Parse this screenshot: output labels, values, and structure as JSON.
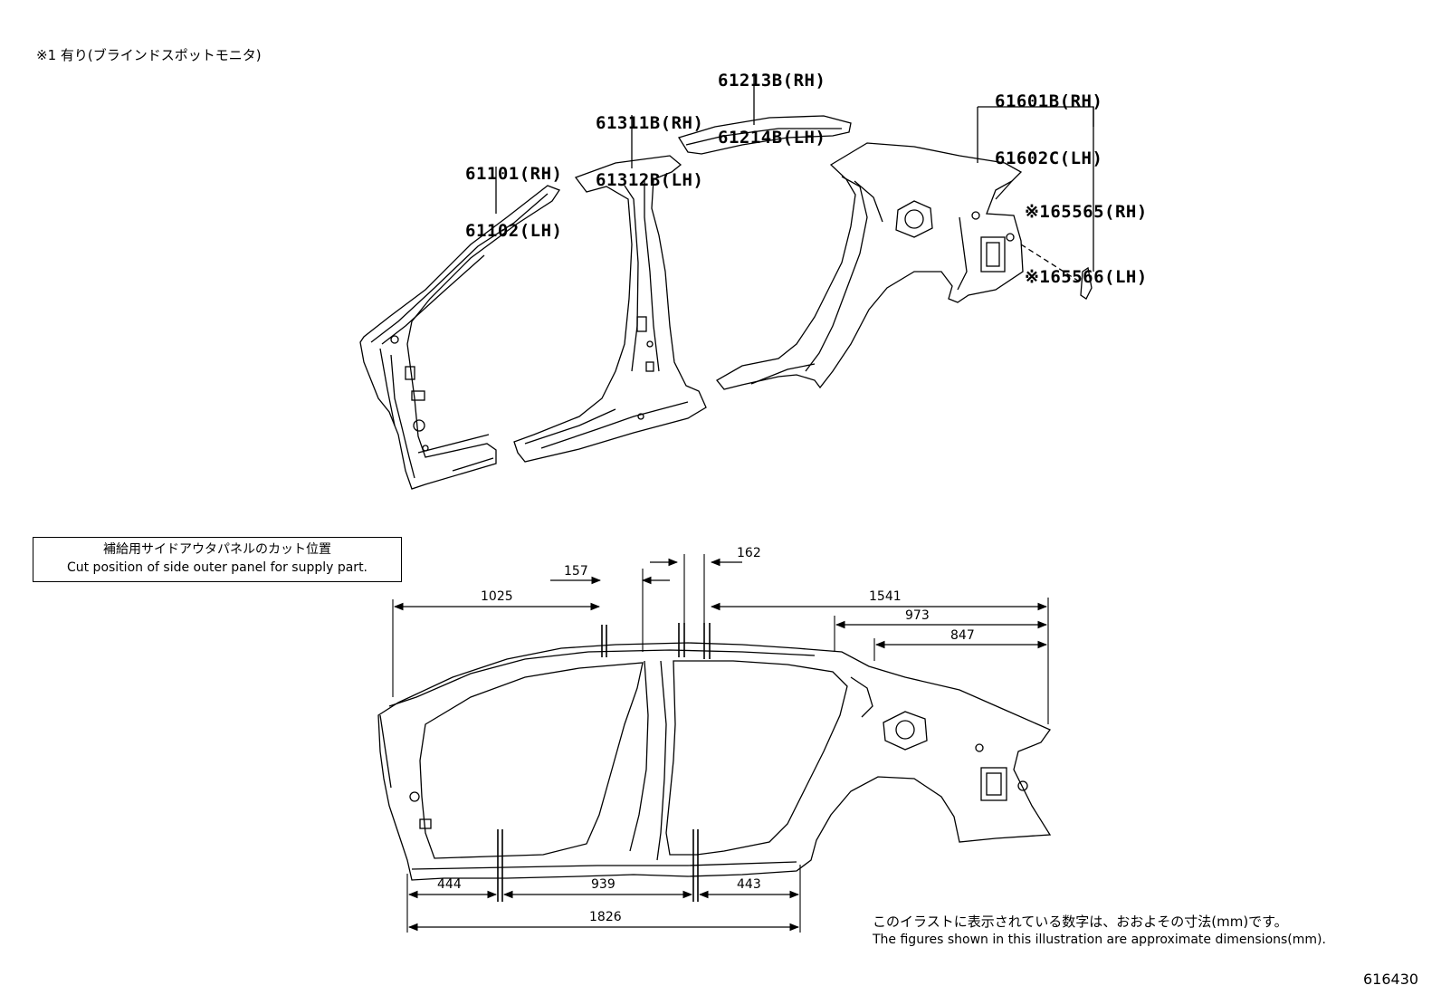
{
  "top_note": "※1 有り(ブラインドスポットモニタ)",
  "part_labels": [
    {
      "line1": "61101(RH)",
      "line2": "61102(LH)"
    },
    {
      "line1": "61311B(RH)",
      "line2": "61312B(LH)"
    },
    {
      "line1": "61213B(RH)",
      "line2": "61214B(LH)"
    },
    {
      "line1": "61601B(RH)",
      "line2": "61602C(LH)"
    },
    {
      "line1": "※165565(RH)",
      "line2": "※165566(LH)"
    }
  ],
  "cut_box": {
    "title_ja": "補給用サイドアウタパネルのカット位置",
    "title_en": "Cut position of side outer panel for supply part."
  },
  "dimensions": {
    "top": [
      "1025",
      "157",
      "162",
      "1541",
      "973",
      "847"
    ],
    "bottom": [
      "444",
      "939",
      "443",
      "1826"
    ]
  },
  "footer_note_ja": "このイラストに表示されている数字は、おおよその寸法(mm)です。",
  "footer_note_en": "The figures shown in this illustration are approximate dimensions(mm).",
  "illustration_number": "616430"
}
